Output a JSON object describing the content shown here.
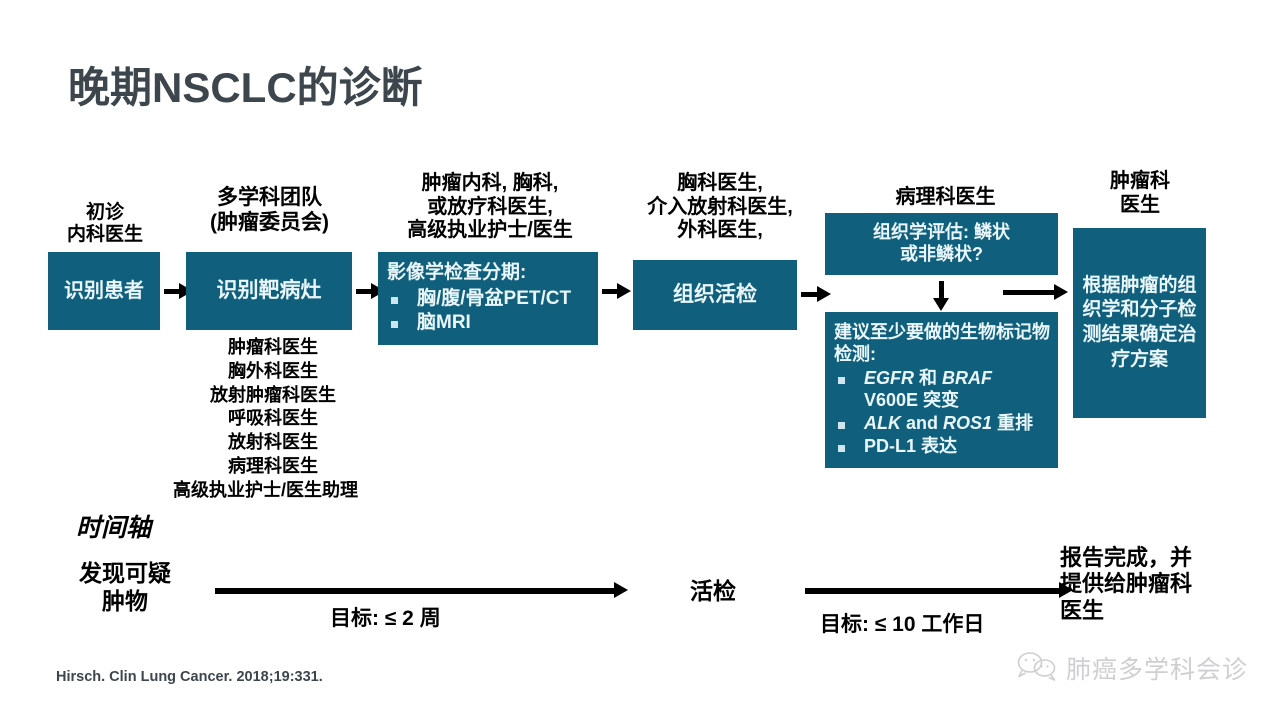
{
  "title": "晚期NSCLC的诊断",
  "flow": {
    "captions": {
      "initial_physician": "初诊\n内科医生",
      "mdt": "多学科团队\n(肿瘤委员会)",
      "imaging_roles": "肿瘤内科, 胸科,\n或放疗科医生,\n高级执业护士/医生",
      "biopsy_roles": "胸科医生,\n介入放射科医生,\n外科医生,",
      "pathologist": "病理科医生",
      "oncologist": "肿瘤科\n医生"
    },
    "boxes": {
      "identify_patient": "识别患者",
      "identify_target_lesion": "识别靶病灶",
      "imaging_head": "影像学检查分期:",
      "imaging_bullets": [
        "胸/腹/骨盆PET/CT",
        "脑MRI"
      ],
      "tissue_biopsy": "组织活检",
      "histology": "组织学评估: 鳞状\n或非鳞状?",
      "biomarker_head": "建议至少要做的生物标记物检测:",
      "biomarker_bullets": [
        {
          "gene": "EGFR",
          "mid": " 和 ",
          "gene2": "BRAF",
          "rest": "V600E 突变"
        },
        {
          "gene": "ALK",
          "mid": " and ",
          "gene2": "ROS1",
          "rest": " 重排"
        },
        {
          "gene": "",
          "mid": "",
          "gene2": "",
          "rest": "PD-L1 表达"
        }
      ],
      "treatment_plan": "根据肿瘤的组织学和分子检测结果确定治疗方案"
    },
    "mdt_members": [
      "肿瘤科医生",
      "胸外科医生",
      "放射肿瘤科医生",
      "呼吸科医生",
      "放射科医生",
      "病理科医生",
      "高级执业护士/医生助理"
    ]
  },
  "timeline": {
    "label": "时间轴",
    "start_text": "发现可疑\n肿物",
    "goal_1": "目标: ≤ 2 周",
    "mid_text": "活检",
    "goal_2": "目标: ≤ 10 工作日",
    "end_text": "报告完成，并\n提供给肿瘤科\n医生"
  },
  "footer": {
    "citation": "Hirsch. Clin Lung Cancer. 2018;19:331.",
    "watermark": "肺癌多学科会诊",
    "watermark_icon": "wechat-bubbles-icon"
  },
  "colors": {
    "teal": "#105f7d",
    "title": "#3d464d",
    "text_on_teal": "#e9f6fb",
    "black": "#000000",
    "watermark": "#8e8e93"
  }
}
